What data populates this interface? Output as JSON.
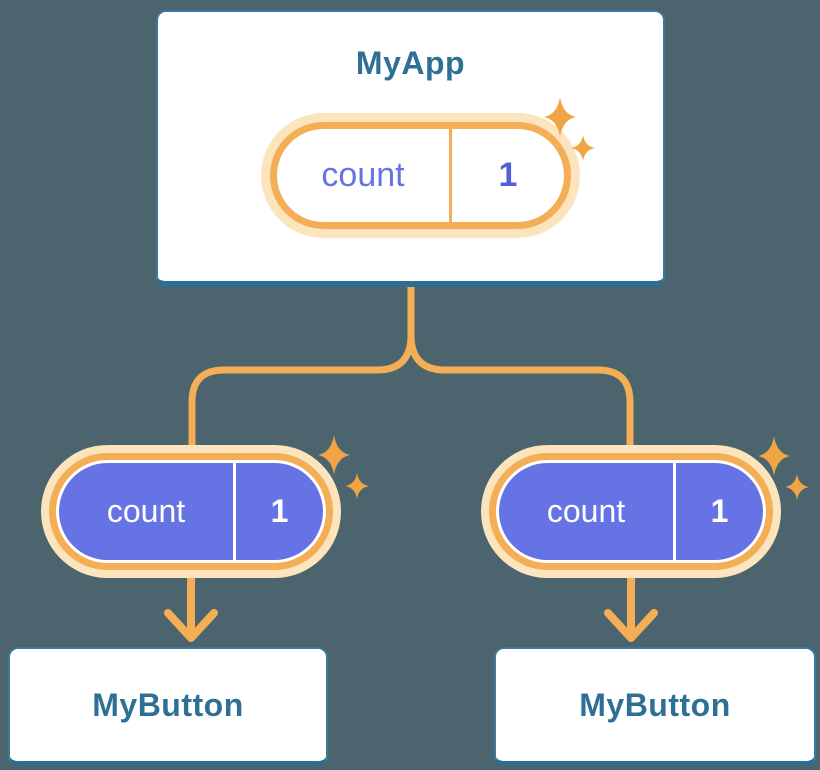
{
  "background_color": "#4C646E",
  "colors": {
    "card_bg": "#FFFFFF",
    "card_border": "#3B79A1",
    "card_border_bottom": "#2E6E93",
    "heading_text": "#2E7095",
    "line_orange": "#F3AE56",
    "orange_soft": "#FCE4BD",
    "sparkle": "#F0A444",
    "state_name_text": "#6574E0",
    "state_value_text": "#5260D8",
    "prop_fill": "#6673E4",
    "prop_text": "#FFFFFF"
  },
  "icons": {
    "sparkle": "four-point-star ✦"
  },
  "tree": {
    "root": {
      "title": "MyApp",
      "state_pill": {
        "name": "count",
        "value": "1"
      }
    },
    "children": [
      {
        "title": "MyButton",
        "prop_pill": {
          "name": "count",
          "value": "1"
        }
      },
      {
        "title": "MyButton",
        "prop_pill": {
          "name": "count",
          "value": "1"
        }
      }
    ]
  }
}
